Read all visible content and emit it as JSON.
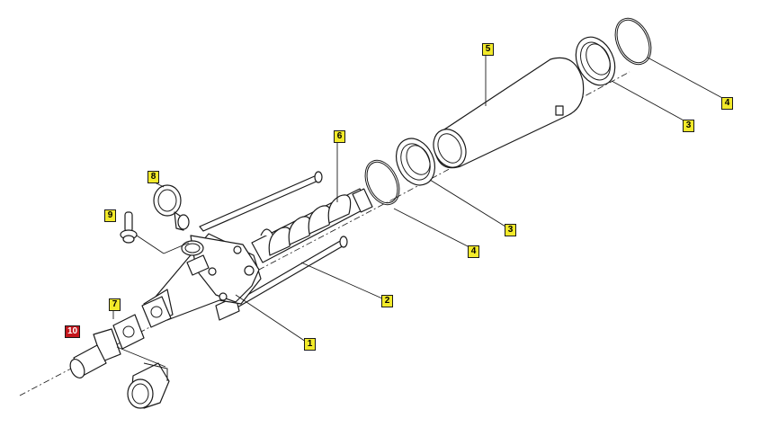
{
  "colors": {
    "callout": "#f2ea2a",
    "callout_highlight": "#c4161c",
    "line": "#1a1a1a"
  },
  "callouts": [
    {
      "id": "c1",
      "text": "1",
      "highlight": false
    },
    {
      "id": "c2",
      "text": "2",
      "highlight": false
    },
    {
      "id": "c3a",
      "text": "3",
      "highlight": false
    },
    {
      "id": "c3b",
      "text": "3",
      "highlight": false
    },
    {
      "id": "c4a",
      "text": "4",
      "highlight": false
    },
    {
      "id": "c4b",
      "text": "4",
      "highlight": false
    },
    {
      "id": "c5",
      "text": "5",
      "highlight": false
    },
    {
      "id": "c6",
      "text": "6",
      "highlight": false
    },
    {
      "id": "c7",
      "text": "7",
      "highlight": false
    },
    {
      "id": "c8",
      "text": "8",
      "highlight": false
    },
    {
      "id": "c9",
      "text": "9",
      "highlight": false
    },
    {
      "id": "c10",
      "text": "10",
      "highlight": true
    }
  ]
}
